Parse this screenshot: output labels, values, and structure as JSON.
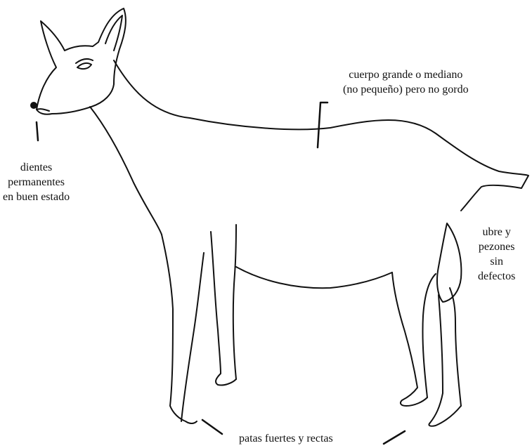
{
  "labels": {
    "body": [
      "cuerpo grande o mediano",
      "(no pequeño) pero no gordo"
    ],
    "teeth": [
      "dientes",
      "permanentes",
      "en buen estado"
    ],
    "udder": [
      "ubre y",
      "pezones",
      "sin",
      "defectos"
    ],
    "legs": "patas fuertes y rectas"
  },
  "colors": {
    "ink": "#111111",
    "background": "#ffffff"
  }
}
